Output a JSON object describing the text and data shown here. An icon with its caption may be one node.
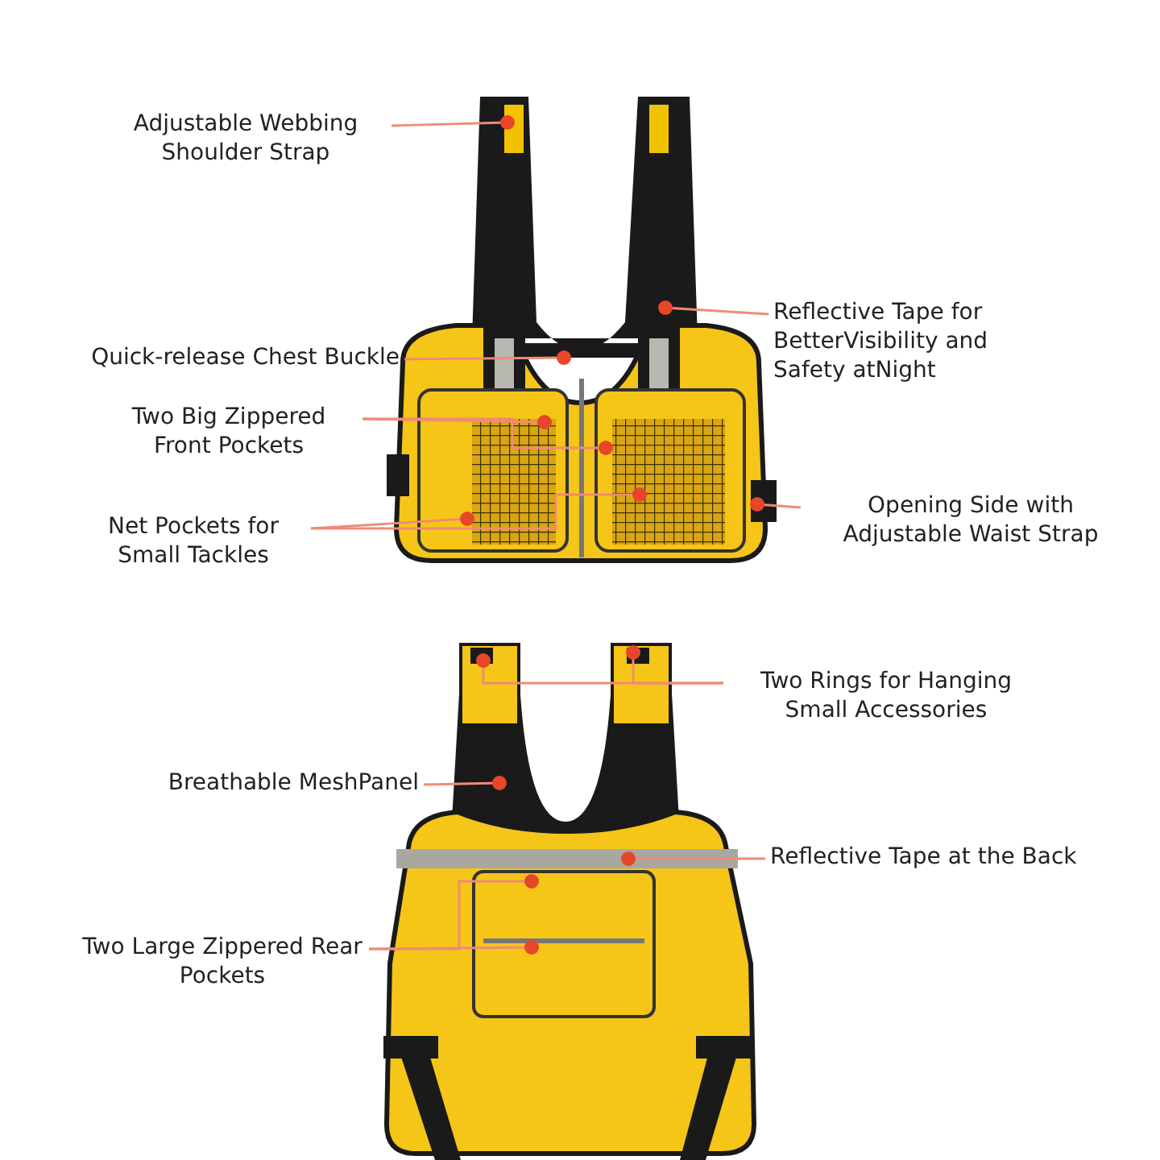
{
  "diagram": {
    "nodes": [
      {
        "text": [],
        "shape": "picture"
      },
      {
        "text": [
          "Adjustable Webbing Shoulder Strap"
        ]
      },
      {
        "text": [
          "Quick-release Chest Buckle"
        ]
      },
      {
        "text": [
          "Two Big Zippered Front Pockets"
        ]
      },
      {
        "text": [
          "Net Pockets for Small Tackles"
        ]
      },
      {
        "text": [
          "Reflective Tape for BetterVisibility and Safety atNight"
        ]
      },
      {
        "text": [
          "Opening Side with Adjustable Waist Strap"
        ]
      },
      {
        "text": [],
        "shape": "picture"
      },
      {
        "text": [
          "Two Rings for Hanging Small Accessories"
        ]
      },
      {
        "text": [
          "Breathable MeshPanel"
        ]
      },
      {
        "text": [
          "Reflective Tape at the Back"
        ]
      },
      {
        "text": [
          "Two Large Zippered Rear Pockets"
        ]
      }
    ],
    "edges": [
      {
        "from": 1,
        "to": 0,
        "arrow": "other"
      },
      {
        "from": 2,
        "to": 0,
        "arrow": "other"
      },
      {
        "from": 3,
        "to": 0,
        "arrow": "other"
      },
      {
        "from": 3,
        "to": 0,
        "arrow": "other"
      },
      {
        "from": 4,
        "to": 0,
        "arrow": "other"
      },
      {
        "from": 4,
        "to": 0,
        "arrow": "other"
      },
      {
        "from": 5,
        "to": 0,
        "arrow": "other"
      },
      {
        "from": 6,
        "to": 0,
        "arrow": "other"
      },
      {
        "from": 8,
        "to": 7,
        "arrow": "other"
      },
      {
        "from": 8,
        "to": 7,
        "arrow": "other"
      },
      {
        "from": 9,
        "to": 7,
        "arrow": "other"
      },
      {
        "from": 10,
        "to": 7,
        "arrow": "other"
      },
      {
        "from": 11,
        "to": 7,
        "arrow": "other"
      },
      {
        "from": 11,
        "to": 7,
        "arrow": "other"
      }
    ]
  }
}
